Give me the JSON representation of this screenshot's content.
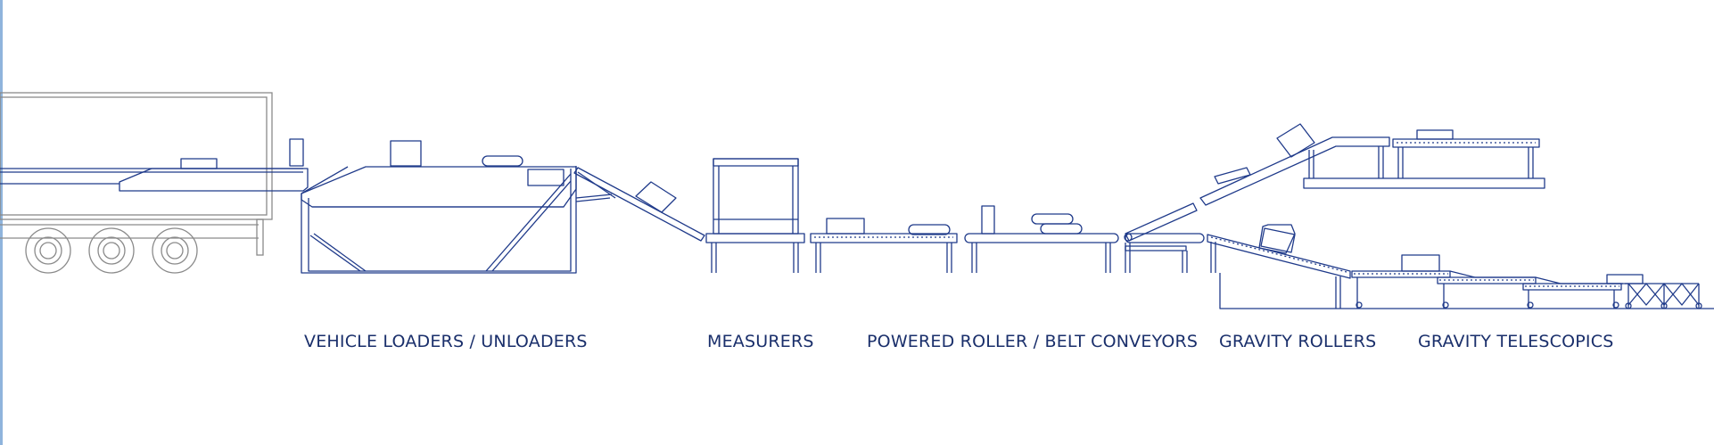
{
  "colors": {
    "line": "#1f3a8a",
    "trailer": "#8a8a8a",
    "label": "#1a2f6b",
    "edge": "#8fb4dc",
    "background": "#ffffff"
  },
  "labels": {
    "vehicle_loaders": "VEHICLE LOADERS / UNLOADERS",
    "measurers": "MEASURERS",
    "powered_conveyors": "POWERED ROLLER / BELT CONVEYORS",
    "gravity_rollers": "GRAVITY ROLLERS",
    "gravity_telescopics": "GRAVITY TELESCOPICS"
  }
}
